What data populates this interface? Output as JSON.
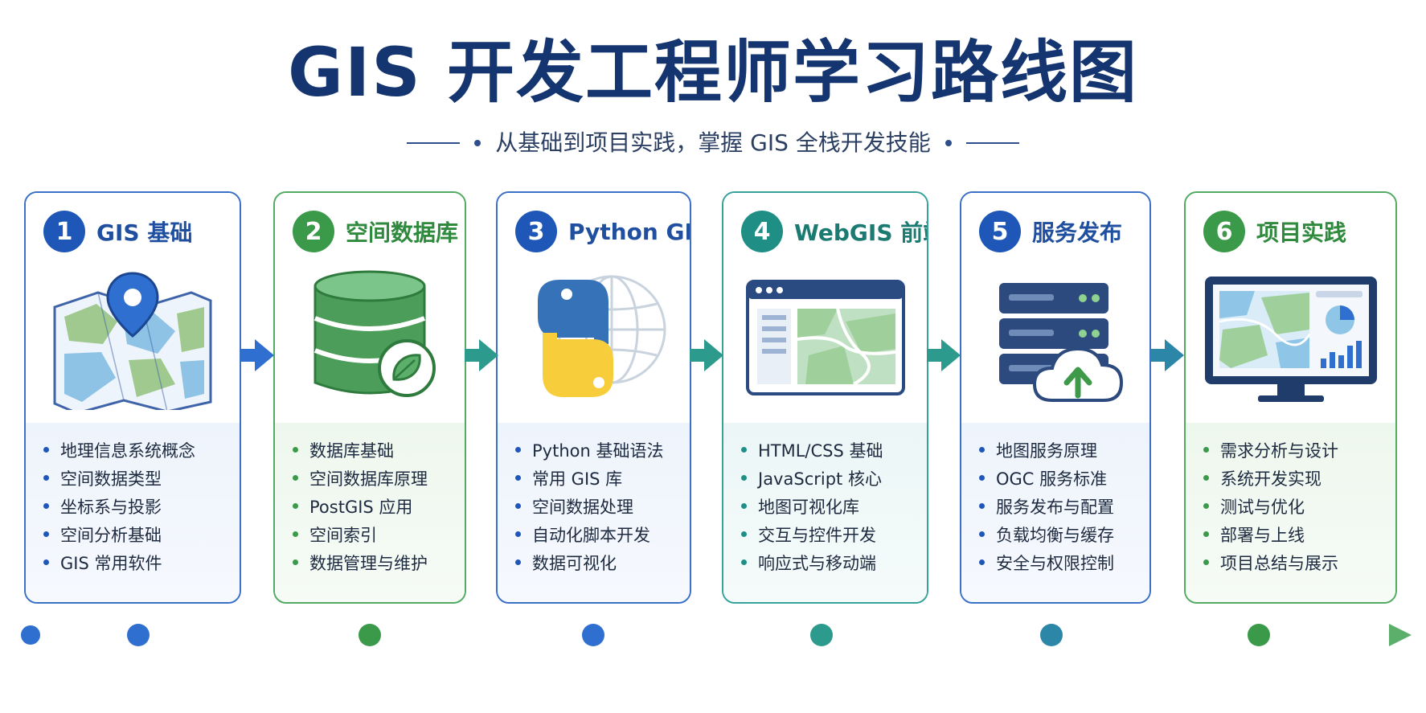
{
  "title": "GIS 开发工程师学习路线图",
  "subtitle": "从基础到项目实践，掌握 GIS 全栈开发技能",
  "colors": {
    "blue": "#1f57b8",
    "green": "#3a9a4a",
    "teal": "#1f8f86",
    "navy": "#14356f"
  },
  "stages": [
    {
      "num": "1",
      "title": "GIS 基础",
      "theme": "blue",
      "icon": "map-pin-icon",
      "items": [
        "地理信息系统概念",
        "空间数据类型",
        "坐标系与投影",
        "空间分析基础",
        "GIS 常用软件"
      ]
    },
    {
      "num": "2",
      "title": "空间数据库",
      "theme": "green",
      "icon": "database-leaf-icon",
      "items": [
        "数据库基础",
        "空间数据库原理",
        "PostGIS 应用",
        "空间索引",
        "数据管理与维护"
      ]
    },
    {
      "num": "3",
      "title": "Python GIS",
      "theme": "blue",
      "icon": "python-globe-icon",
      "items": [
        "Python 基础语法",
        "常用 GIS 库",
        "空间数据处理",
        "自动化脚本开发",
        "数据可视化"
      ]
    },
    {
      "num": "4",
      "title": "WebGIS 前端",
      "theme": "teal",
      "icon": "browser-map-icon",
      "items": [
        "HTML/CSS 基础",
        "JavaScript 核心",
        "地图可视化库",
        "交互与控件开发",
        "响应式与移动端"
      ]
    },
    {
      "num": "5",
      "title": "服务发布",
      "theme": "blue",
      "icon": "server-cloud-upload-icon",
      "items": [
        "地图服务原理",
        "OGC 服务标准",
        "服务发布与配置",
        "负载均衡与缓存",
        "安全与权限控制"
      ]
    },
    {
      "num": "6",
      "title": "项目实践",
      "theme": "green",
      "icon": "monitor-dashboard-icon",
      "items": [
        "需求分析与设计",
        "系统开发实现",
        "测试与优化",
        "部署与上线",
        "项目总结与展示"
      ]
    }
  ]
}
